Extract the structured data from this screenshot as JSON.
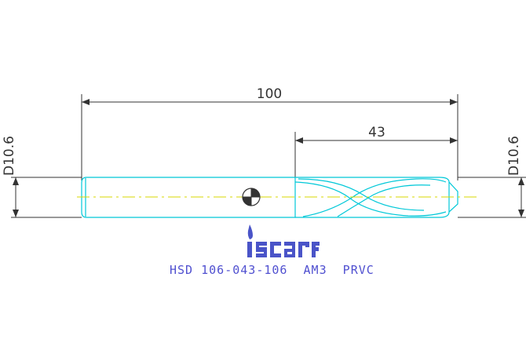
{
  "dimensions": {
    "overall_length": "100",
    "flute_length": "43",
    "diameter_left": "D10.6",
    "diameter_right": "D10.6"
  },
  "logo": {
    "text": "iscar"
  },
  "part_number": "HSD 106-043-106  AM3  PRVC",
  "colors": {
    "outline": "#00c8d8",
    "dimension_lines": "#333333",
    "centerline": "#d8d800",
    "text": "#5050d0"
  }
}
